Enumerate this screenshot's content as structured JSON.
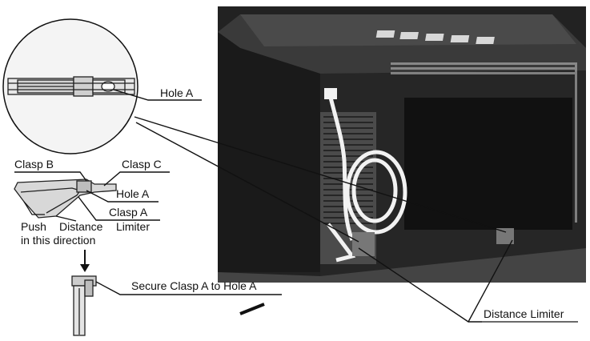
{
  "labels": {
    "hole_a_top": "Hole A",
    "clasp_b": "Clasp B",
    "clasp_c": "Clasp C",
    "hole_a_mid": "Hole A",
    "clasp_a": "Clasp A",
    "push_line1": "Push",
    "push_line2": "in this direction",
    "distance_limiter_small": "Distance",
    "limiter_small": "Limiter",
    "secure_instruction": "Secure Clasp A to Hole A",
    "distance_limiter_main": "Distance Limiter"
  },
  "colors": {
    "background": "#ffffff",
    "photo_dark": "#1b1b1b",
    "photo_mid": "#3a3a3a",
    "line": "#111111"
  }
}
